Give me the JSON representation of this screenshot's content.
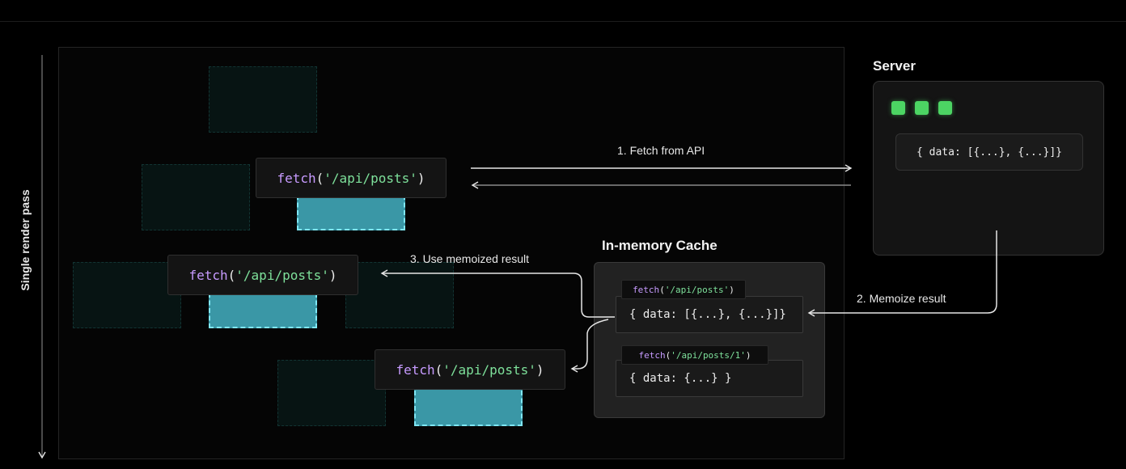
{
  "axis": {
    "label": "Single render pass"
  },
  "fetch_call": {
    "fn": "fetch",
    "open": "(",
    "arg": "'/api/posts'",
    "close": ")"
  },
  "server": {
    "title": "Server",
    "response": "{ data: [{...}, {...}]}"
  },
  "cache": {
    "title": "In-memory Cache",
    "entries": [
      {
        "fn": "fetch",
        "open": "(",
        "arg": "'/api/posts'",
        "close": ")",
        "value": "{ data: [{...}, {...}]}"
      },
      {
        "fn": "fetch",
        "open": "(",
        "arg": "'/api/posts/1'",
        "close": ")",
        "value": "{ data: {...} }"
      }
    ]
  },
  "steps": {
    "step1": "1. Fetch from API",
    "step2": "2. Memoize result",
    "step3": "3. Use memoized result"
  },
  "colors": {
    "component_active": "#3a97a6",
    "component_ghost": "#071413",
    "fn": "#c79bff",
    "string": "#7ee19b",
    "server_dots": "#4cd463"
  }
}
